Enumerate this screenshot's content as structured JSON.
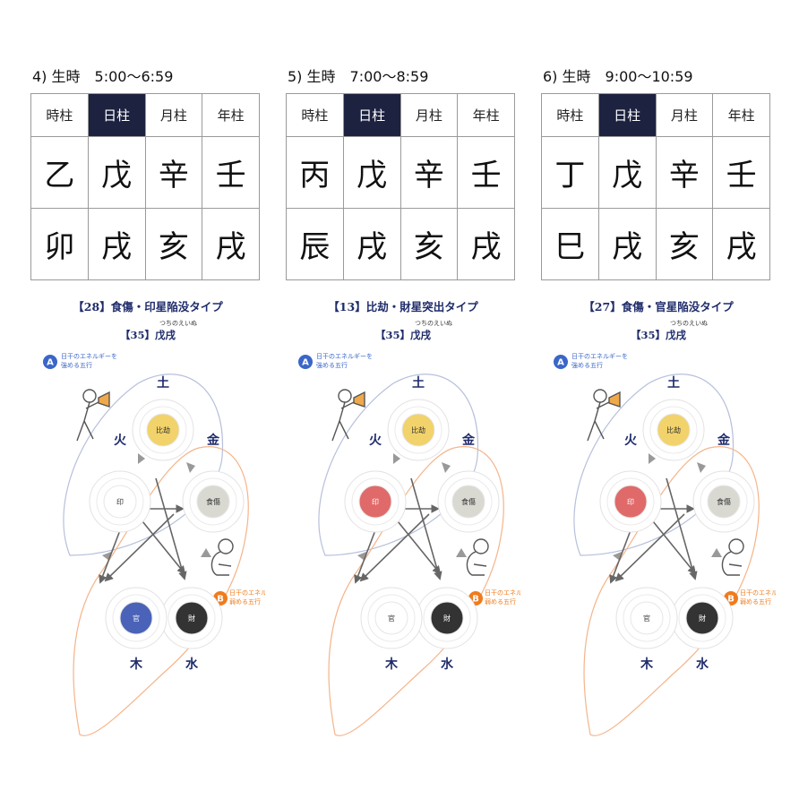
{
  "panels": [
    {
      "id": "p4",
      "header": "4) 生時　5:00〜6:59",
      "columns": [
        "時柱",
        "日柱",
        "月柱",
        "年柱"
      ],
      "stems": [
        "乙",
        "戊",
        "辛",
        "壬"
      ],
      "branches": [
        "卯",
        "戌",
        "亥",
        "戌"
      ],
      "diagram": {
        "title": "【28】食傷・印星陥没タイプ",
        "ruby": "つちのえいぬ",
        "subtitle": "【35】戊戌",
        "elements": {
          "earth": "土",
          "metal": "金",
          "water": "水",
          "wood": "木",
          "fire": "火"
        },
        "nodes": {
          "earth": {
            "label": "比劫",
            "color": "#f2d26a",
            "text": "#333333"
          },
          "metal": {
            "label": "食傷",
            "color": "#d9d9d2",
            "text": "#333333"
          },
          "water": {
            "label": "財",
            "color": "#333333",
            "text": "#ffffff"
          },
          "wood": {
            "label": "官",
            "color": "#4a63b8",
            "text": "#ffffff"
          },
          "fire": {
            "label": "印",
            "color": "#ffffff",
            "text": "#333333"
          }
        },
        "legend_a": {
          "badge": "A",
          "text1": "日干のエネルギーを",
          "text2": "強める五行"
        },
        "legend_b": {
          "badge": "B",
          "text1": "日干のエネルギーを",
          "text2": "弱める五行"
        }
      }
    },
    {
      "id": "p5",
      "header": "5) 生時　7:00〜8:59",
      "columns": [
        "時柱",
        "日柱",
        "月柱",
        "年柱"
      ],
      "stems": [
        "丙",
        "戊",
        "辛",
        "壬"
      ],
      "branches": [
        "辰",
        "戌",
        "亥",
        "戌"
      ],
      "diagram": {
        "title": "【13】比劫・財星突出タイプ",
        "ruby": "つちのえいぬ",
        "subtitle": "【35】戊戌",
        "elements": {
          "earth": "土",
          "metal": "金",
          "water": "水",
          "wood": "木",
          "fire": "火"
        },
        "nodes": {
          "earth": {
            "label": "比劫",
            "color": "#f2d26a",
            "text": "#333333"
          },
          "metal": {
            "label": "食傷",
            "color": "#d9d9d2",
            "text": "#333333"
          },
          "water": {
            "label": "財",
            "color": "#333333",
            "text": "#ffffff"
          },
          "wood": {
            "label": "官",
            "color": "#ffffff",
            "text": "#333333"
          },
          "fire": {
            "label": "印",
            "color": "#e06a6a",
            "text": "#ffffff"
          }
        },
        "legend_a": {
          "badge": "A",
          "text1": "日干のエネルギーを",
          "text2": "強める五行"
        },
        "legend_b": {
          "badge": "B",
          "text1": "日干のエネルギーを",
          "text2": "弱める五行"
        }
      }
    },
    {
      "id": "p6",
      "header": "6) 生時　9:00〜10:59",
      "columns": [
        "時柱",
        "日柱",
        "月柱",
        "年柱"
      ],
      "stems": [
        "丁",
        "戊",
        "辛",
        "壬"
      ],
      "branches": [
        "巳",
        "戌",
        "亥",
        "戌"
      ],
      "diagram": {
        "title": "【27】食傷・官星陥没タイプ",
        "ruby": "つちのえいぬ",
        "subtitle": "【35】戊戌",
        "elements": {
          "earth": "土",
          "metal": "金",
          "water": "水",
          "wood": "木",
          "fire": "火"
        },
        "nodes": {
          "earth": {
            "label": "比劫",
            "color": "#f2d26a",
            "text": "#333333"
          },
          "metal": {
            "label": "食傷",
            "color": "#d9d9d2",
            "text": "#333333"
          },
          "water": {
            "label": "財",
            "color": "#333333",
            "text": "#ffffff"
          },
          "wood": {
            "label": "官",
            "color": "#ffffff",
            "text": "#333333"
          },
          "fire": {
            "label": "印",
            "color": "#e06a6a",
            "text": "#ffffff"
          }
        },
        "legend_a": {
          "badge": "A",
          "text1": "日干のエネルギーを",
          "text2": "強める五行"
        },
        "legend_b": {
          "badge": "B",
          "text1": "日干のエネルギーを",
          "text2": "弱める五行"
        }
      }
    }
  ],
  "colors": {
    "day_pillar_bg": "#1d2240",
    "title_text": "#1f2c6b",
    "badge_a": "#3a66c8",
    "badge_b": "#f07b1c",
    "zone_a_stroke": "#b7c0dc",
    "zone_b_stroke": "#f5b48a"
  }
}
